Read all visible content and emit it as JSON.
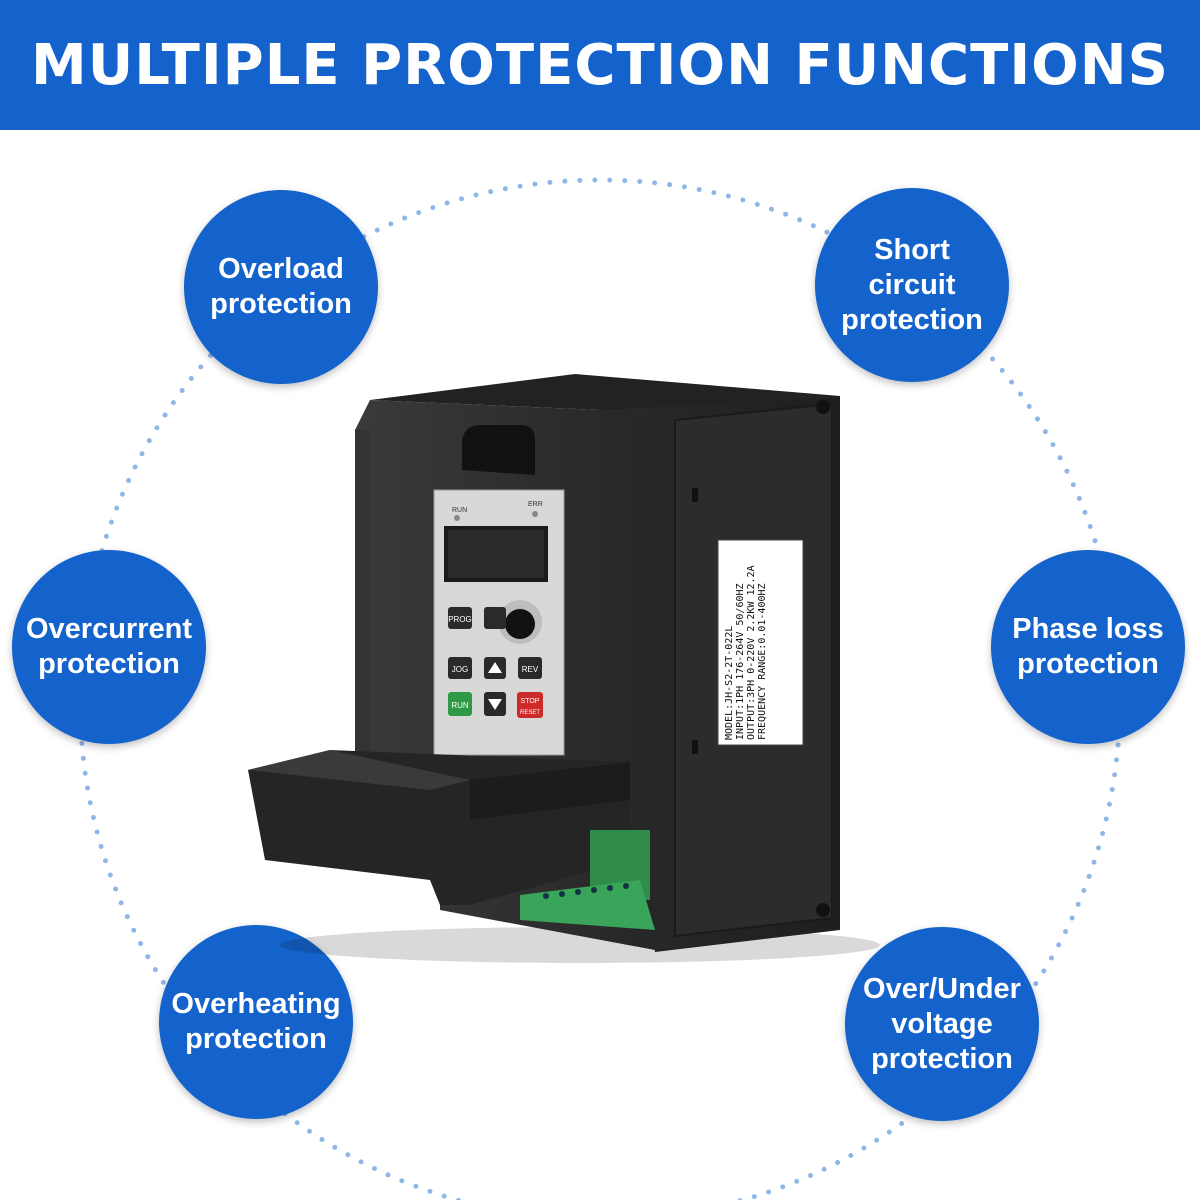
{
  "banner": {
    "title": "MULTIPLE PROTECTION FUNCTIONS"
  },
  "colors": {
    "brand_blue": "#1463cc",
    "dots": "#8fb6e8",
    "device_body": "#2b2b2b",
    "run_key": "#2e9a45",
    "stop_key": "#cf2a2a"
  },
  "features": [
    {
      "label": "Overload\nprotection"
    },
    {
      "label": "Short\ncircuit\nprotection"
    },
    {
      "label": "Overcurrent\nprotection"
    },
    {
      "label": "Phase loss\nprotection"
    },
    {
      "label": "Overheating\nprotection"
    },
    {
      "label": "Over/Under\nvoltage\nprotection"
    }
  ],
  "device": {
    "indicators": {
      "run": "RUN",
      "err": "ERR"
    },
    "keys": {
      "prog": "PROG",
      "jog": "JOG",
      "rev": "REV",
      "run": "RUN",
      "stop": "STOP",
      "reset": "RESET"
    },
    "nameplate": [
      "MODEL:JH-S2-2T-022L",
      "INPUT:1PH 176-264V 50/60HZ",
      "OUTPUT:3PH 0-220V 2.2KW 12.2A",
      "FREQUENCY RANGE:0.01-400HZ"
    ]
  }
}
